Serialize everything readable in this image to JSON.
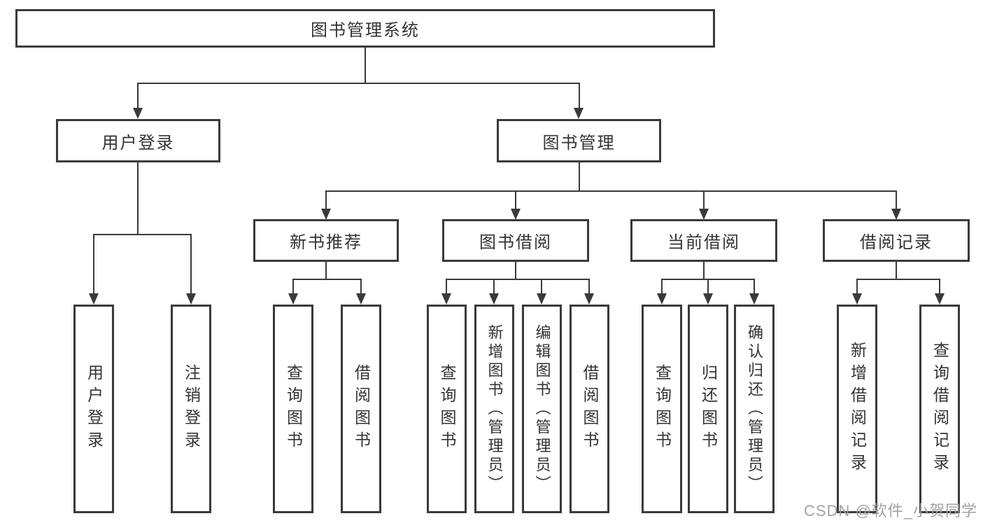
{
  "diagram": {
    "root": {
      "label": "图书管理系统",
      "children": [
        {
          "label": "用户登录",
          "children": [
            {
              "label": "用户登录"
            },
            {
              "label": "注销登录"
            }
          ]
        },
        {
          "label": "图书管理",
          "children": [
            {
              "label": "新书推荐",
              "children": [
                {
                  "label": "查询图书"
                },
                {
                  "label": "借阅图书"
                }
              ]
            },
            {
              "label": "图书借阅",
              "children": [
                {
                  "label": "查询图书"
                },
                {
                  "label": "新增图书（管理员）"
                },
                {
                  "label": "编辑图书（管理员）"
                },
                {
                  "label": "借阅图书"
                }
              ]
            },
            {
              "label": "当前借阅",
              "children": [
                {
                  "label": "查询图书"
                },
                {
                  "label": "归还图书"
                },
                {
                  "label": "确认归还（管理员）"
                }
              ]
            },
            {
              "label": "借阅记录",
              "children": [
                {
                  "label": "新增借阅记录"
                },
                {
                  "label": "查询借阅记录"
                }
              ]
            }
          ]
        }
      ]
    }
  },
  "watermark": {
    "text": "CSDN @软件_小贺同学"
  },
  "colors": {
    "line": "#3a3a3a",
    "text": "#333333",
    "watermark": "#9e9e9e",
    "background": "#ffffff"
  }
}
